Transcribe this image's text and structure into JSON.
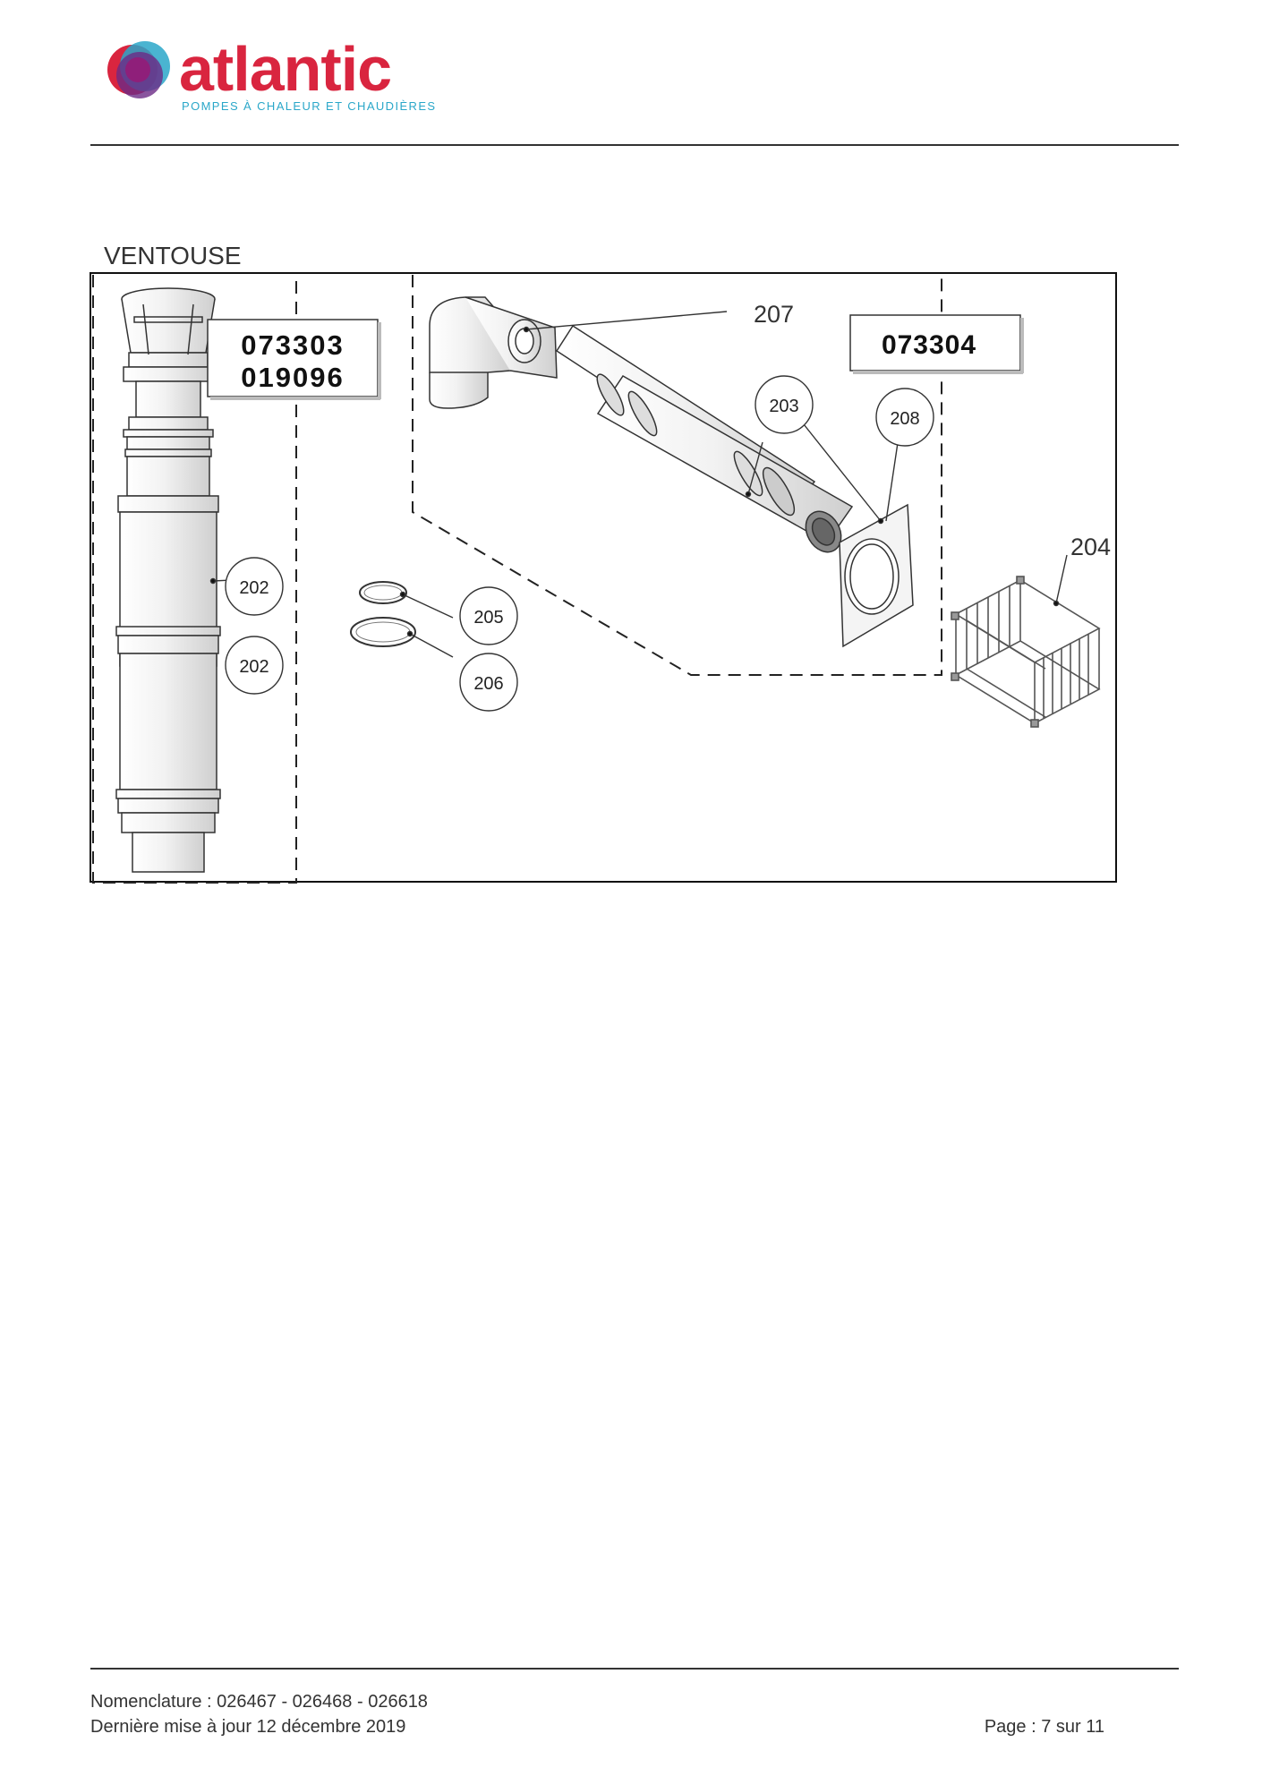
{
  "header": {
    "brand": "atlantic",
    "tagline": "POMPES À CHALEUR ET CHAUDIÈRES"
  },
  "section": {
    "title": "VENTOUSE"
  },
  "diagram": {
    "ref_boxes": [
      {
        "id": "box-left",
        "lines": [
          "073303",
          "019096"
        ]
      },
      {
        "id": "box-right",
        "lines": [
          "073304"
        ]
      }
    ],
    "labels": {
      "207": "207",
      "204": "204",
      "203": "203",
      "208": "208",
      "202a": "202",
      "202b": "202",
      "205": "205",
      "206": "206"
    }
  },
  "footer": {
    "nomenclature": "Nomenclature : 026467 - 026468 - 026618",
    "updated": "Dernière mise à jour 12 décembre 2019",
    "page": "Page : 7 sur 11"
  },
  "colors": {
    "brand_red": "#d9253f",
    "brand_cyan": "#2aa7c9",
    "brand_purple": "#6b2a86"
  }
}
